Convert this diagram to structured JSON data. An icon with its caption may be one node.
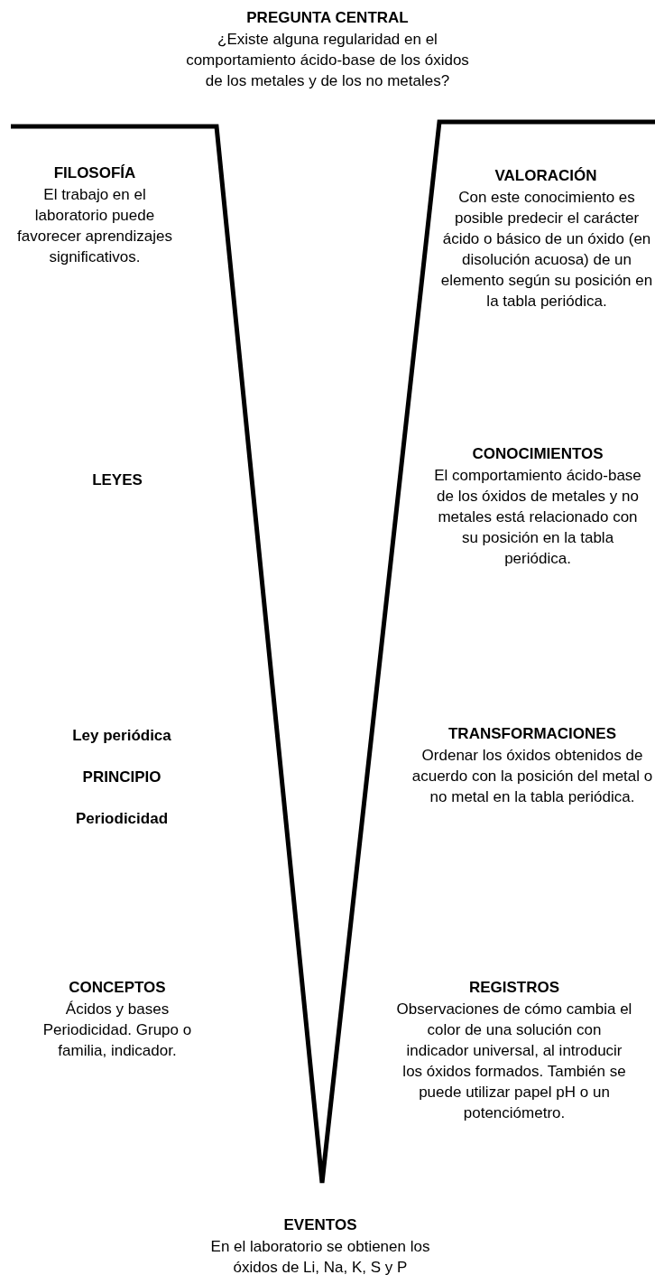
{
  "diagram": {
    "labels": [
      "PREGUNTA CENTRAL",
      "¿Existe alguna regularidad en el comportamiento ácido-base de los óxidos de los metales y de los no metales?",
      "FILOSOFÍA",
      "El trabajo en el laboratorio puede favorecer aprendizajes significativos.",
      "VALORACIÓN",
      "Con este conocimiento es posible predecir el carácter ácido o básico de un óxido (en disolución acuosa) de un elemento según su posición en la tabla periódica.",
      "LEYES",
      "CONOCIMIENTOS",
      "El comportamiento ácido-base de los óxidos de metales y no metales está relacionado con su posición en la tabla periódica.",
      "Ley periódica",
      "TRANSFORMACIONES",
      "Ordenar los óxidos obtenidos de acuerdo con la posición del metal o no metal en la tabla periódica.",
      "PRINCIPIO",
      "Periodicidad",
      "CONCEPTOS",
      "Ácidos y bases Periodicidad. Grupo o familia, indicador.",
      "REGISTROS",
      "Observaciones de cómo cambia el color de una solución con indicador universal, al introducir los óxidos formados. También se puede utilizar papel pH o un potenciómetro.",
      "EVENTOS",
      "En el laboratorio se obtienen los óxidos de Li, Na, K, S y P"
    ]
  }
}
